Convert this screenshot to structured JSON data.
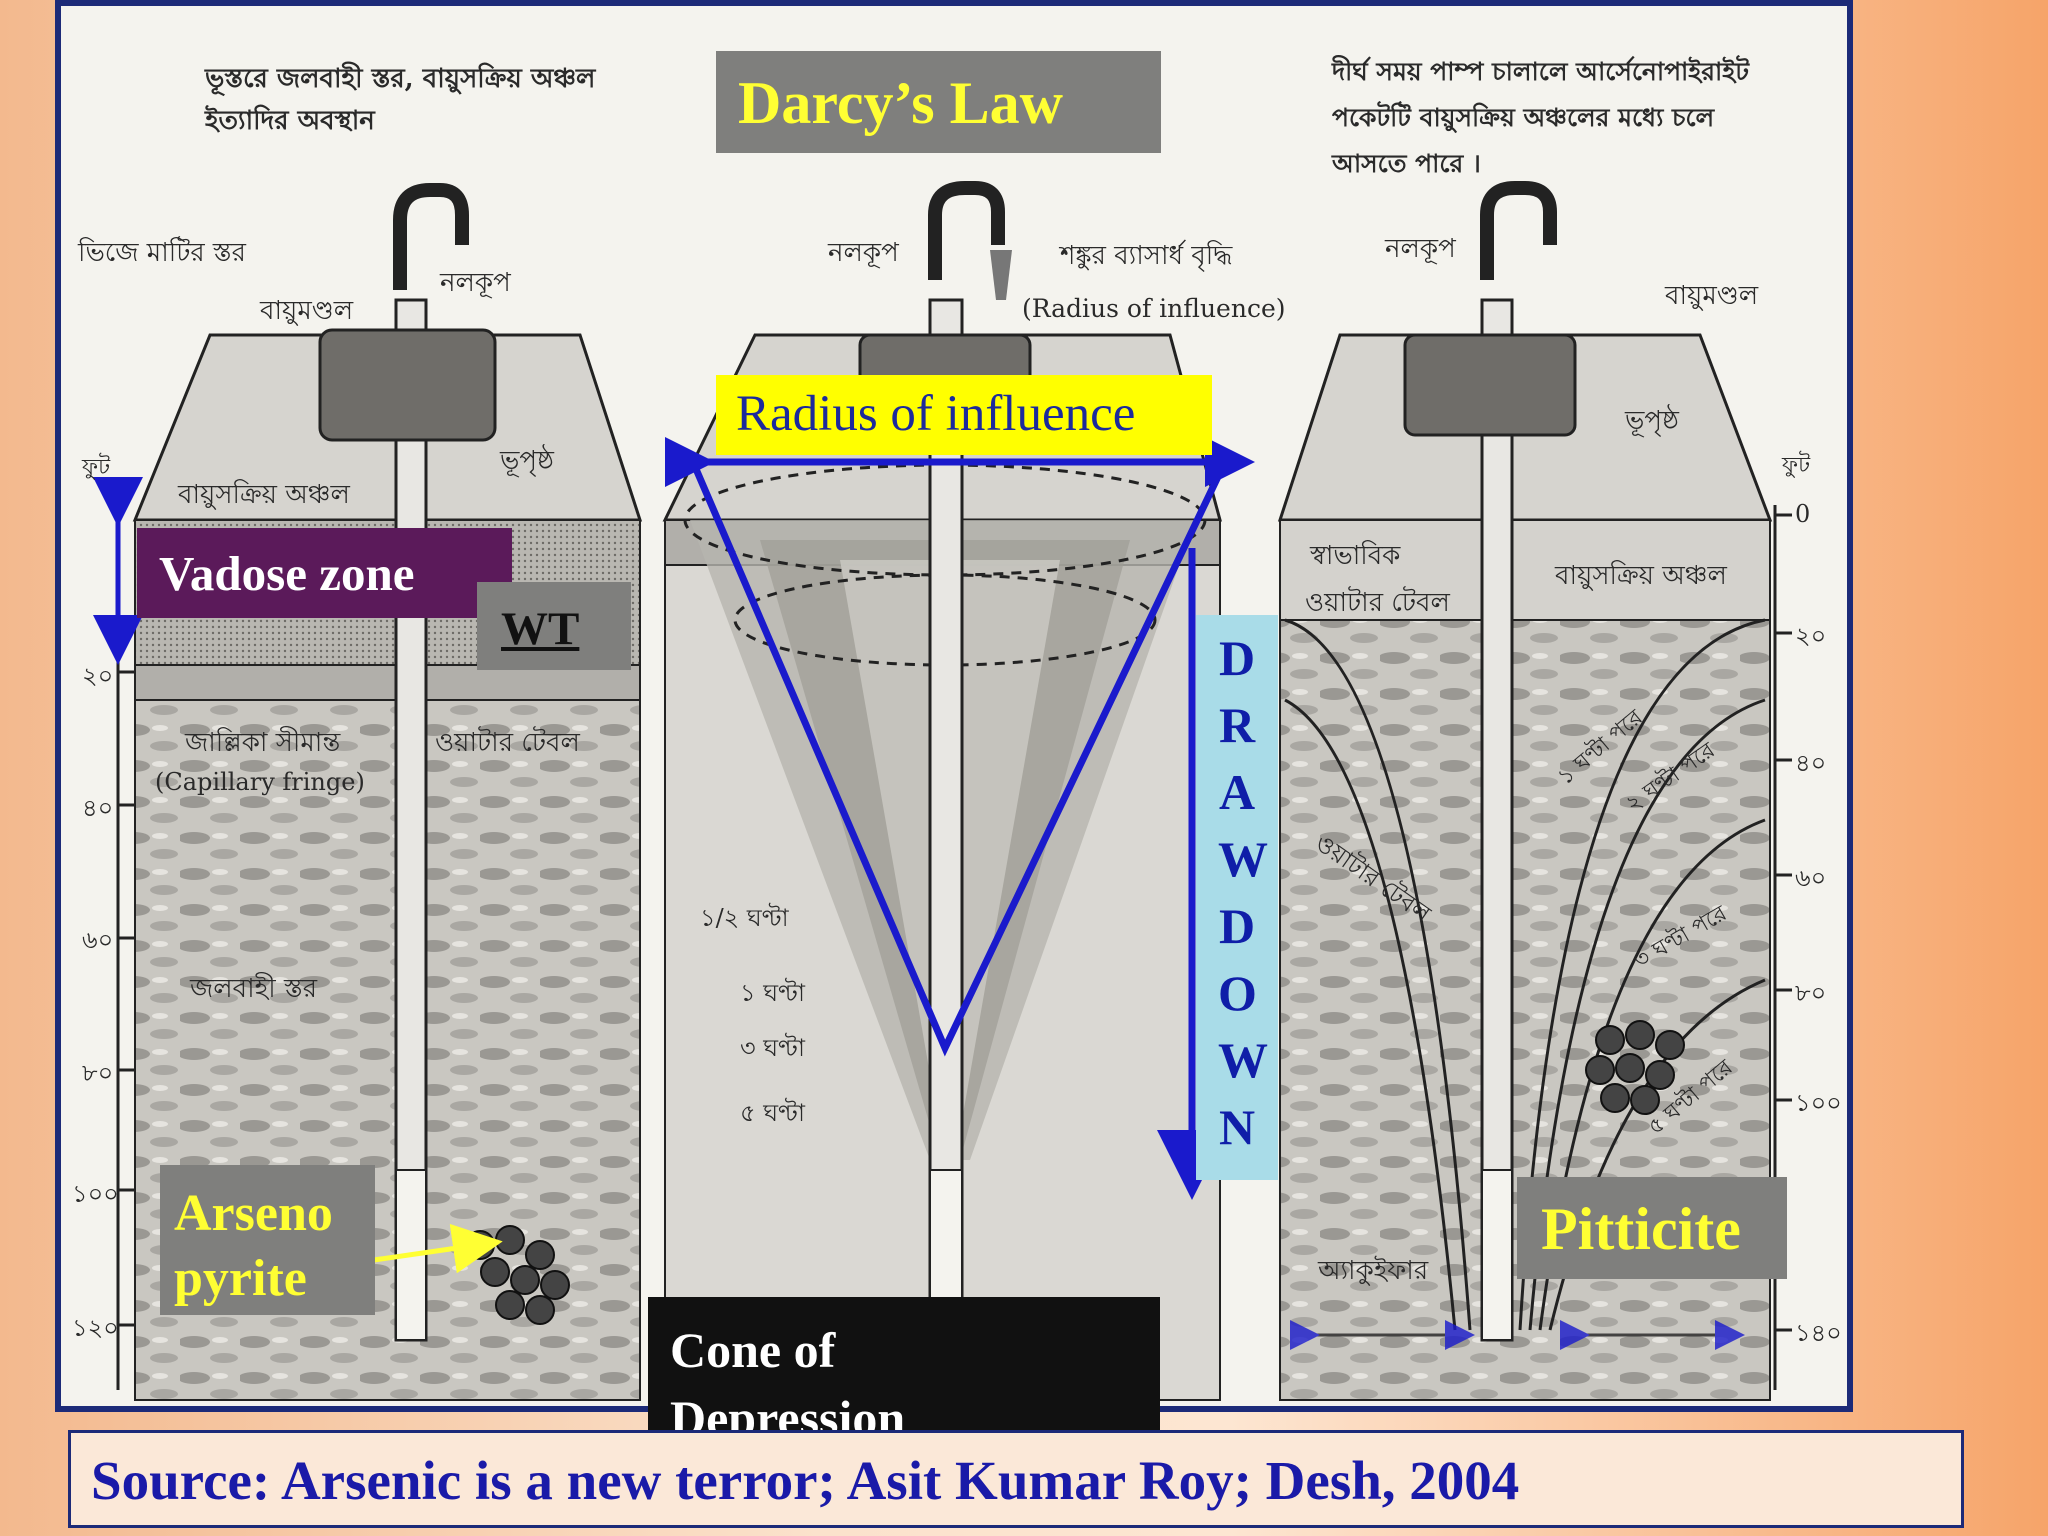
{
  "title": "Darcy’s Law",
  "labels": {
    "radius_of_influence": "Radius of influence",
    "vadose_zone": "Vadose zone",
    "wt": "WT",
    "drawdown": "DRAWDOWN",
    "arsenopyrite_line1": "Arseno",
    "arsenopyrite_line2": "pyrite",
    "cone_line1": "Cone of",
    "cone_line2": "Depression",
    "pitticite": "Pitticite"
  },
  "source_caption": "Source: Arsenic is a new  terror; Asit Kumar Roy;  Desh, 2004",
  "scan_text": {
    "left_heading_1": "ভূস্তরে জলবাহী স্তর, বায়ুসক্রিয় অঞ্চল",
    "left_heading_2": "ইত্যাদির অবস্থান",
    "wet_soil": "ভিজে মাটির স্তর",
    "atmosphere": "বায়ুমণ্ডল",
    "tubewell": "নলকূপ",
    "surface": "ভূপৃষ্ঠ",
    "aerated_zone": "বায়ুসক্রিয় অঞ্চল",
    "foot": "ফুট",
    "capillary_bn": "জাল্লিকা সীমান্ত",
    "capillary_en": "(Capillary fringe)",
    "water_table": "ওয়াটার টেবল",
    "aquifer_bn": "জলবাহী স্তর",
    "cone_radius_bn": "শঙ্কুর ব্যাসার্ধ বৃদ্ধি",
    "cone_radius_en": "(Radius of influence)",
    "right_heading_1": "দীর্ঘ সময় পাম্প চালালে আর্সেনোপাইরাইট",
    "right_heading_2": "পকেটটি বায়ুসক্রিয় অঞ্চলের মধ্যে চলে",
    "right_heading_3": "আসতে পারে ।",
    "natural_wt_1": "স্বাভাবিক",
    "natural_wt_2": "ওয়াটার টেবল",
    "aquifer_right": "অ্যাকুইফার",
    "half_hour": "১/২ ঘণ্টা",
    "one_hour": "১ ঘণ্টা",
    "three_hours": "৩ ঘণ্টা",
    "five_hours": "৫ ঘণ্টা",
    "after_1h": "১ ঘণ্টা পরে",
    "after_2h": "২ ঘণ্টা পরে",
    "after_3h": "৩ ঘণ্টা পরে",
    "after_5h": "৫ ঘণ্টা পরে"
  },
  "depth_scale_left": [
    "২০",
    "৪০",
    "৬০",
    "৮০",
    "১০০",
    "১২০"
  ],
  "depth_scale_right": [
    "0",
    "২০",
    "৪০",
    "৬০",
    "৮০",
    "১০০",
    "১৪০"
  ],
  "colors": {
    "frame_border": "#1c2a78",
    "title_bg": "#7f7f7d",
    "title_text": "#ffff33",
    "radius_bg": "#ffff00",
    "radius_text": "#1c2a9c",
    "vadose_bg": "#5b1a5a",
    "drawdown_bg": "#a9dce8",
    "drawdown_text": "#0f1ea8",
    "cone_line": "#1a1acc",
    "cone_bg": "#111111",
    "source_border": "#1c2a78",
    "source_text": "#1a1aa8"
  }
}
